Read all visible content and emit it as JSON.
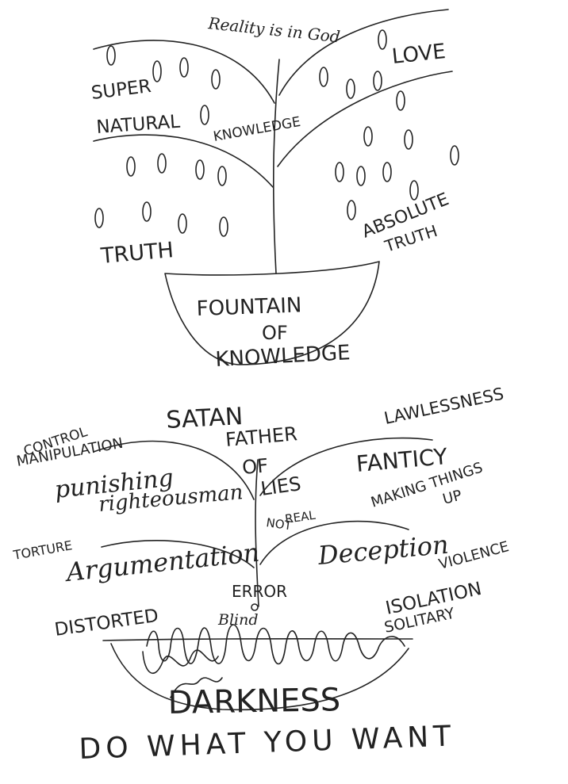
{
  "ink_color": "#222222",
  "top_drawing": {
    "reality": "Reality is in God",
    "love": "LOVE",
    "super": "SUPER",
    "natural": "NATURAL",
    "knowledge": "KNOWLEDGE",
    "truth": "TRUTH",
    "absolute": "ABSOLUTE",
    "absolute_truth": "TRUTH",
    "fountain": "FOUNTAIN",
    "of": "OF",
    "fountain_knowledge": "KNOWLEDGE"
  },
  "bottom_drawing": {
    "lawlessness": "LAWLESSNESS",
    "control": "CONTROL",
    "manipulation": "MANIPULATION",
    "satan": "SATAN",
    "father": "FATHER",
    "of": "OF",
    "lies": "LIES",
    "fantasy": "FANTICY",
    "making_things": "MAKING THINGS",
    "up": "UP",
    "punishing": "punishing",
    "righteous_man": "righteousman",
    "torture": "TORTURE",
    "not": "NOT",
    "real": "REAL",
    "argumentation": "Argumentation",
    "deception": "Deception",
    "violence": "VIOLENCE",
    "distorted": "DISTORTED",
    "error": "ERROR",
    "blind": "Blind",
    "isolation": "ISOLATION",
    "solitary": "SOLITARY",
    "darkness": "DARKNESS",
    "do_what_you_want": "DO WHAT YOU WANT"
  }
}
